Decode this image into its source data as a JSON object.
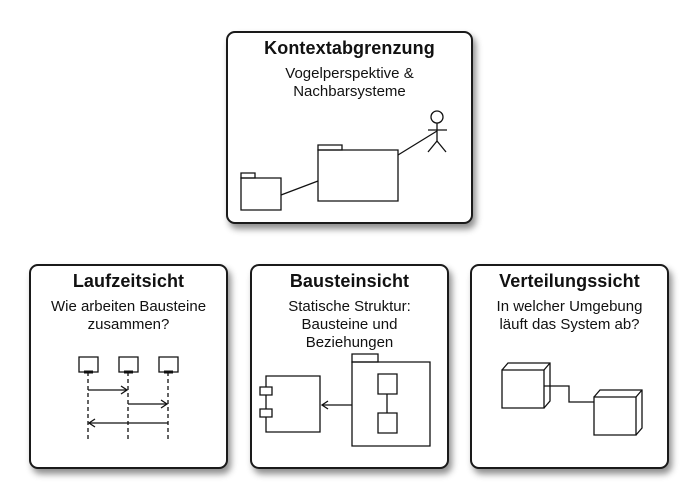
{
  "cards": {
    "kontext": {
      "title": "Kontextabgrenzung",
      "subtitle": [
        "Vogelperspektive &",
        "Nachbarsysteme"
      ],
      "icons": [
        "package-icon",
        "package-icon",
        "actor-icon"
      ]
    },
    "laufzeit": {
      "title": "Laufzeitsicht",
      "subtitle": [
        "Wie arbeiten Bausteine",
        "zusammen?"
      ],
      "icons": [
        "sequence-diagram-icon"
      ]
    },
    "baustein": {
      "title": "Bausteinsicht",
      "subtitle": [
        "Statische Struktur:",
        "Bausteine und",
        "Beziehungen"
      ],
      "icons": [
        "component-icon",
        "package-icon"
      ]
    },
    "verteilung": {
      "title": "Verteilungssicht",
      "subtitle": [
        "In welcher Umgebung",
        "läuft das System ab?"
      ],
      "icons": [
        "node-icon",
        "node-icon"
      ]
    }
  }
}
